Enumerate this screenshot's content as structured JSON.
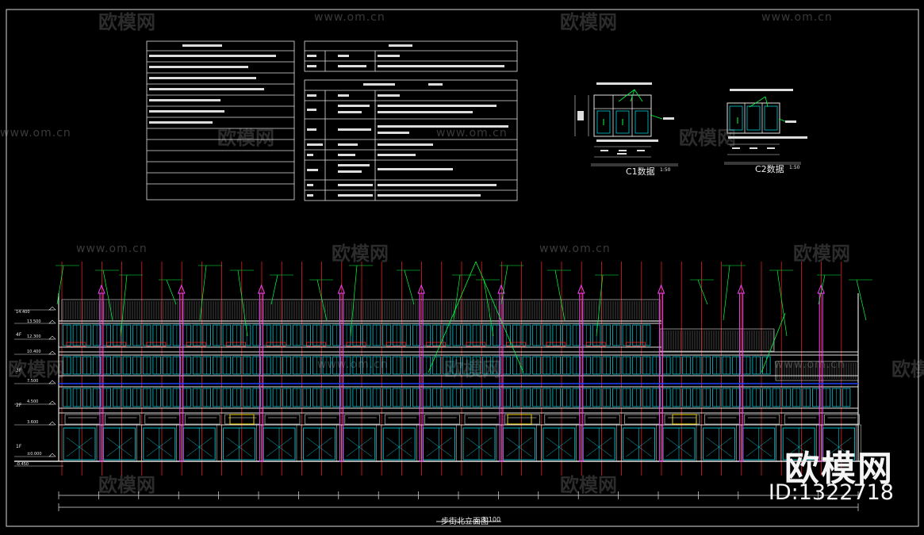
{
  "watermark": {
    "url": "www.om.cn",
    "text": "欧模网"
  },
  "brand": {
    "name": "欧模网",
    "id": "ID:1322718"
  },
  "details": {
    "c1_title": "C1数据",
    "c1_scale": "1:50",
    "c2_title": "C2数据",
    "c2_scale": "1:50"
  },
  "elevation": {
    "title": "步街北立面图",
    "scale": "1:100",
    "floor_labels": [
      "4F",
      "3F",
      "2F",
      "1F"
    ],
    "levels": [
      "14.400",
      "13.500",
      "12.300",
      "10.400",
      "7.500",
      "4.500",
      "3.600",
      "±0.000",
      "-0.450"
    ]
  },
  "colors": {
    "background": "#000000",
    "line_white": "#e0e0e0",
    "glass": "#00c8d8",
    "grid_red": "#ff2020",
    "annotation_green": "#00ff40",
    "magenta": "#ff40ff",
    "blue": "#2040ff",
    "yellow": "#ffe000"
  }
}
